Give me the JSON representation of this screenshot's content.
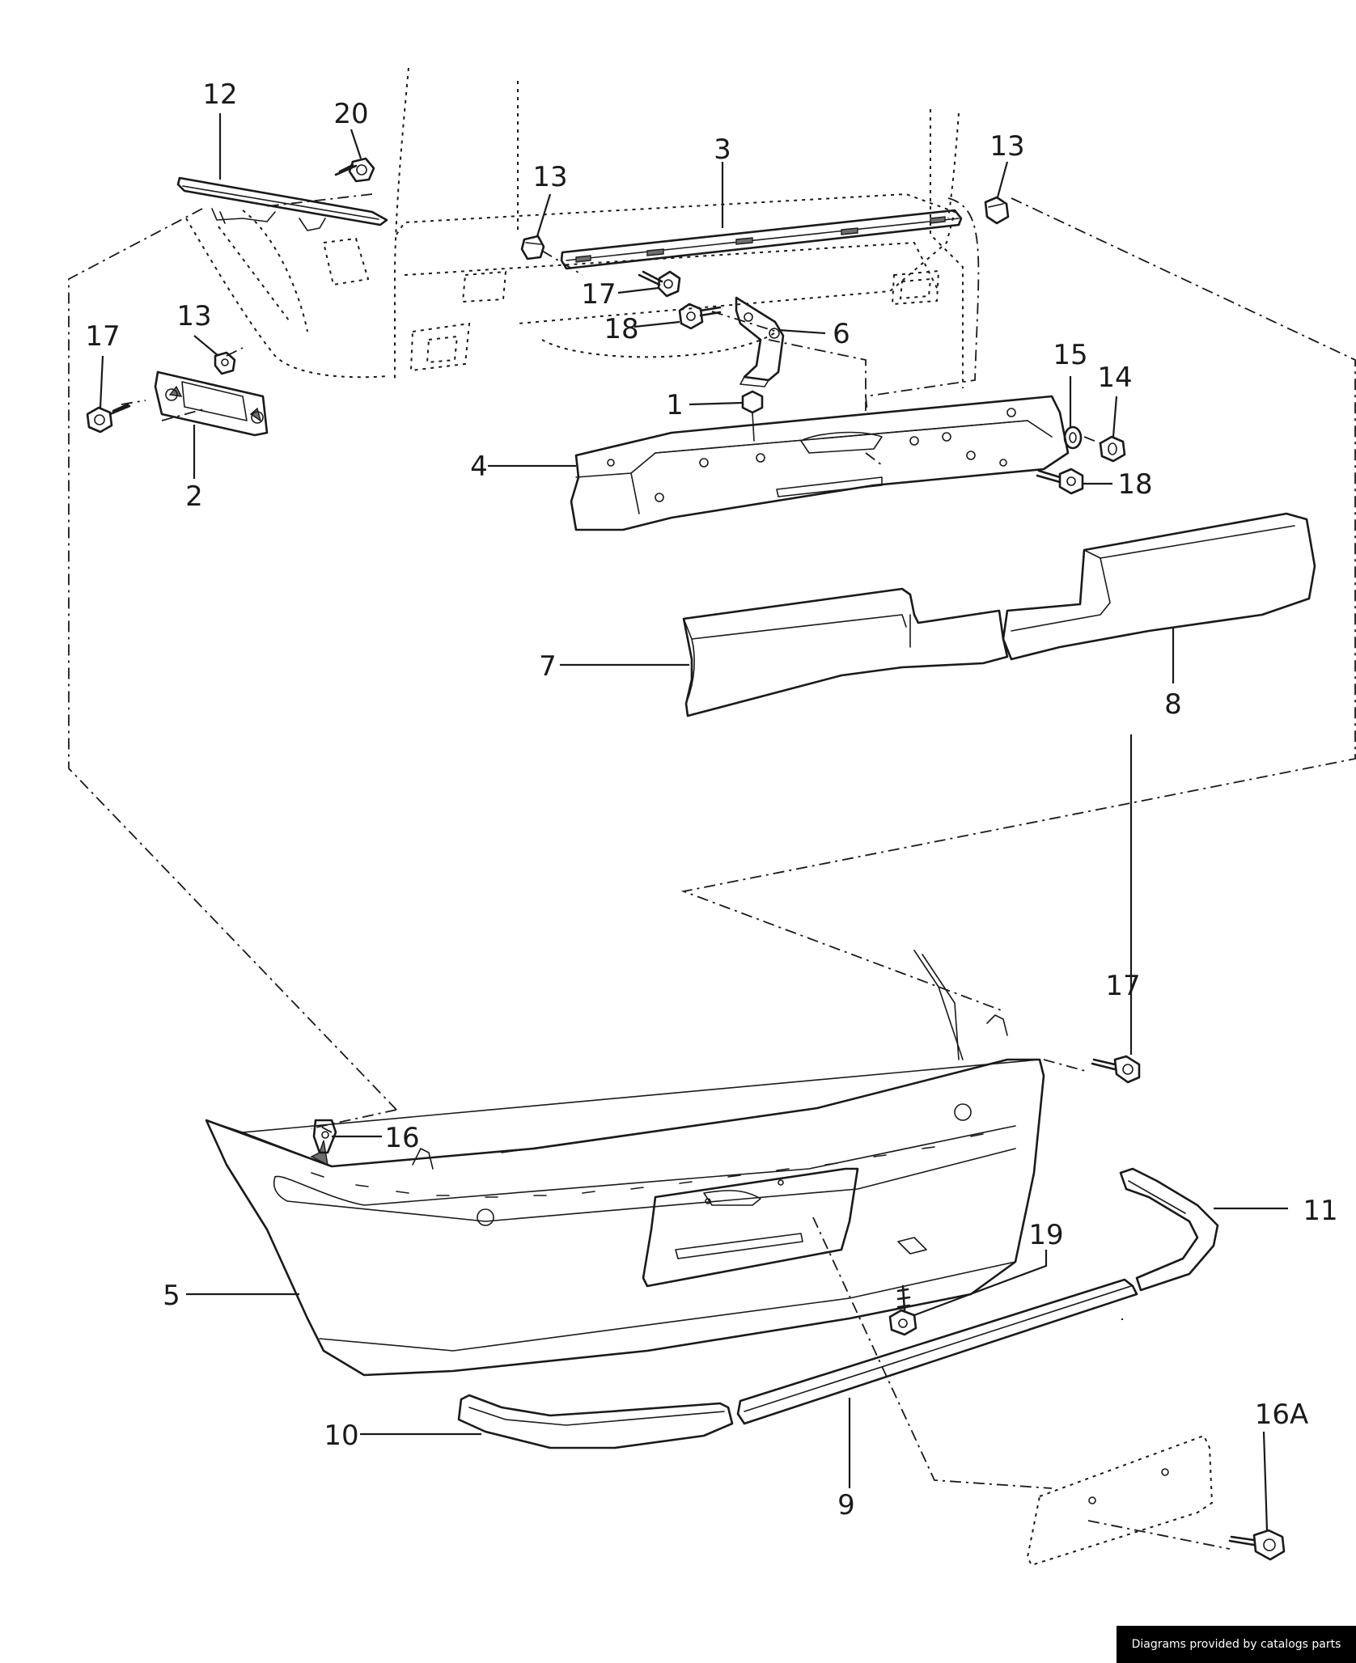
{
  "labels": {
    "l1": "1",
    "l2": "2",
    "l3": "3",
    "l4": "4",
    "l5": "5",
    "l6": "6",
    "l7": "7",
    "l8": "8",
    "l9": "9",
    "l10": "10",
    "l11": "11",
    "l12": "12",
    "l13a": "13",
    "l13b": "13",
    "l13c": "13",
    "l14": "14",
    "l15": "15",
    "l16": "16",
    "l16a": "16A",
    "l17a": "17",
    "l17b": "17",
    "l17c": "17",
    "l18a": "18",
    "l18b": "18",
    "l19": "19",
    "l20": "20"
  },
  "credit": "Diagrams provided by catalogs parts"
}
